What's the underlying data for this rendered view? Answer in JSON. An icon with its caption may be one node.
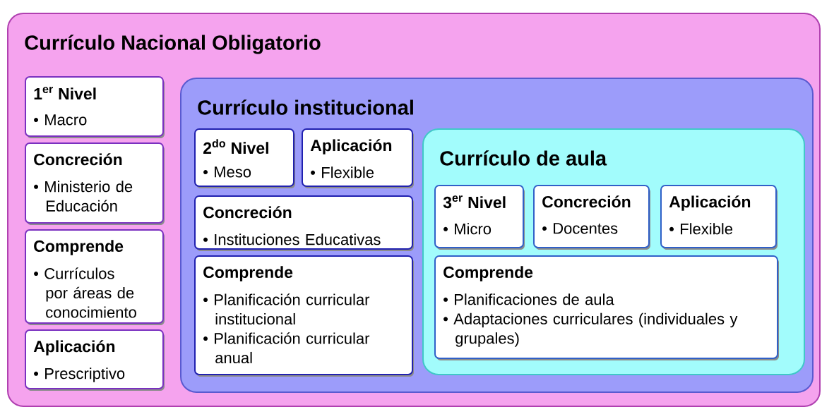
{
  "diagram": {
    "nodes": [
      {
        "text": [
          "Currículo Nacional Obligatorio"
        ]
      },
      {
        "text": [
          "1$^{er}$ Nivel",
          "• Macro"
        ],
        "in": 0
      },
      {
        "text": [
          "Concreción",
          "• Ministerio de Educación"
        ],
        "in": 0
      },
      {
        "text": [
          "Comprende",
          "• Currículos por áreas de conocimiento"
        ],
        "in": 0
      },
      {
        "text": [
          "Aplicación",
          "• Prescriptivo"
        ],
        "in": 0
      },
      {
        "text": [
          "Currículo institucional"
        ],
        "in": 0
      },
      {
        "text": [
          "2$^{do}$ Nivel",
          "• Meso"
        ],
        "in": 5
      },
      {
        "text": [
          "Aplicación",
          "• Flexible"
        ],
        "in": 5
      },
      {
        "text": [
          "Concreción",
          "• Instituciones Educativas"
        ],
        "in": 5
      },
      {
        "text": [
          "Comprende",
          "• Planificación curricular institucional",
          "• Planificación curricular anual"
        ],
        "in": 5
      },
      {
        "text": [
          "Currículo de aula"
        ],
        "in": 5
      },
      {
        "text": [
          "3$^{er}$ Nivel",
          "• Micro"
        ],
        "in": 10
      },
      {
        "text": [
          "Concreción",
          "• Docentes"
        ],
        "in": 10
      },
      {
        "text": [
          "Aplicación",
          "• Flexible"
        ],
        "in": 10
      },
      {
        "text": [
          "Comprende",
          "• Planificaciones de aula",
          "• Adaptaciones curriculares (individuales y grupales)"
        ],
        "in": 10
      }
    ]
  }
}
